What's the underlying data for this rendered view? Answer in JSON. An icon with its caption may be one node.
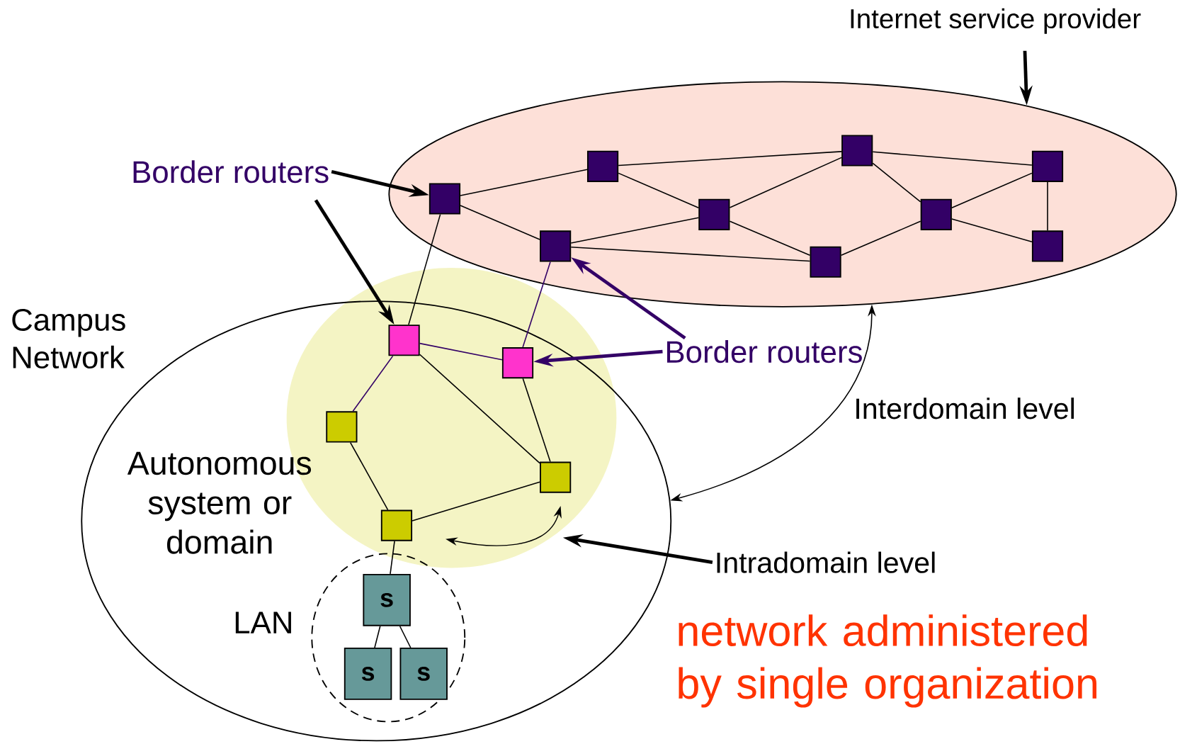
{
  "diagram": {
    "nodes": [
      {
        "text": [
          "Internet service provider"
        ]
      },
      {
        "text": [],
        "shape": "ellipse"
      },
      {
        "text": [],
        "shape": "box",
        "in": 1
      },
      {
        "text": [],
        "shape": "box",
        "in": 1
      },
      {
        "text": [],
        "shape": "box",
        "in": 1
      },
      {
        "text": [],
        "shape": "box",
        "in": 1
      },
      {
        "text": [],
        "shape": "box",
        "in": 1
      },
      {
        "text": [],
        "shape": "box",
        "in": 1
      },
      {
        "text": [],
        "shape": "box",
        "in": 1
      },
      {
        "text": [],
        "shape": "box",
        "in": 1
      },
      {
        "text": [],
        "shape": "box",
        "in": 1
      },
      {
        "text": [
          "Border routers"
        ]
      },
      {
        "text": [
          "Campus Network"
        ]
      },
      {
        "text": [],
        "shape": "ellipse"
      },
      {
        "text": [],
        "shape": "box",
        "in": 13
      },
      {
        "text": [],
        "shape": "box",
        "in": 13
      },
      {
        "text": [],
        "shape": "box",
        "in": 13
      },
      {
        "text": [],
        "shape": "box",
        "in": 13
      },
      {
        "text": [],
        "shape": "box",
        "in": 13
      },
      {
        "text": [
          "Border routers"
        ]
      },
      {
        "text": [
          "Intradomain level"
        ]
      },
      {
        "text": [],
        "shape": "circle",
        "beside": [
          "LAN"
        ],
        "in": 12
      },
      {
        "text": [
          "s"
        ],
        "in": 21
      },
      {
        "text": [
          "s"
        ],
        "in": 21
      },
      {
        "text": [
          "s"
        ],
        "in": 21
      }
    ],
    "edges": [
      {
        "from": 0,
        "to": 1,
        "arrow": "to",
        "style": "thick"
      },
      {
        "from": 11,
        "to": 2,
        "arrow": "to",
        "style": "thick"
      },
      {
        "from": 11,
        "to": 14,
        "arrow": "to",
        "style": "thick"
      },
      {
        "from": 2,
        "to": 3,
        "arrow": "none"
      },
      {
        "from": 2,
        "to": 8,
        "arrow": "none"
      },
      {
        "from": 3,
        "to": 4,
        "arrow": "none"
      },
      {
        "from": 3,
        "to": 6,
        "arrow": "none"
      },
      {
        "from": 4,
        "to": 5,
        "arrow": "none"
      },
      {
        "from": 4,
        "to": 7,
        "arrow": "none"
      },
      {
        "from": 6,
        "to": 8,
        "arrow": "none"
      },
      {
        "from": 6,
        "to": 4,
        "arrow": "none"
      },
      {
        "from": 6,
        "to": 9,
        "arrow": "none"
      },
      {
        "from": 8,
        "to": 9,
        "arrow": "none"
      },
      {
        "from": 9,
        "to": 7,
        "arrow": "none"
      },
      {
        "from": 7,
        "to": 5,
        "arrow": "none"
      },
      {
        "from": 7,
        "to": 10,
        "arrow": "none"
      },
      {
        "from": 5,
        "to": 10,
        "arrow": "none"
      },
      {
        "from": 2,
        "to": 14,
        "arrow": "none"
      },
      {
        "from": 8,
        "to": 15,
        "arrow": "none",
        "color": "#330066"
      },
      {
        "from": 14,
        "to": 15,
        "arrow": "none",
        "color": "#330066"
      },
      {
        "from": 14,
        "to": 16,
        "arrow": "none",
        "color": "#330066"
      },
      {
        "from": 14,
        "to": 17,
        "arrow": "none"
      },
      {
        "from": 15,
        "to": 17,
        "arrow": "none"
      },
      {
        "from": 16,
        "to": 18,
        "arrow": "none"
      },
      {
        "from": 18,
        "to": 17,
        "arrow": "none"
      },
      {
        "from": 18,
        "to": 22,
        "arrow": "none"
      },
      {
        "from": 22,
        "to": 23,
        "arrow": "none"
      },
      {
        "from": 22,
        "to": 24,
        "arrow": "none"
      },
      {
        "from": 19,
        "to": 8,
        "arrow": "to",
        "style": "thick",
        "color": "#330066"
      },
      {
        "from": 19,
        "to": 15,
        "arrow": "to",
        "style": "thick",
        "color": "#330066"
      },
      {
        "from": 20,
        "to": 13,
        "arrow": "to",
        "style": "thick"
      },
      {
        "from": 12,
        "to": 1,
        "arrow": "both",
        "label": "Interdomain level"
      }
    ],
    "labels": [
      "Autonomous system or domain",
      "network administered by single organization"
    ]
  }
}
